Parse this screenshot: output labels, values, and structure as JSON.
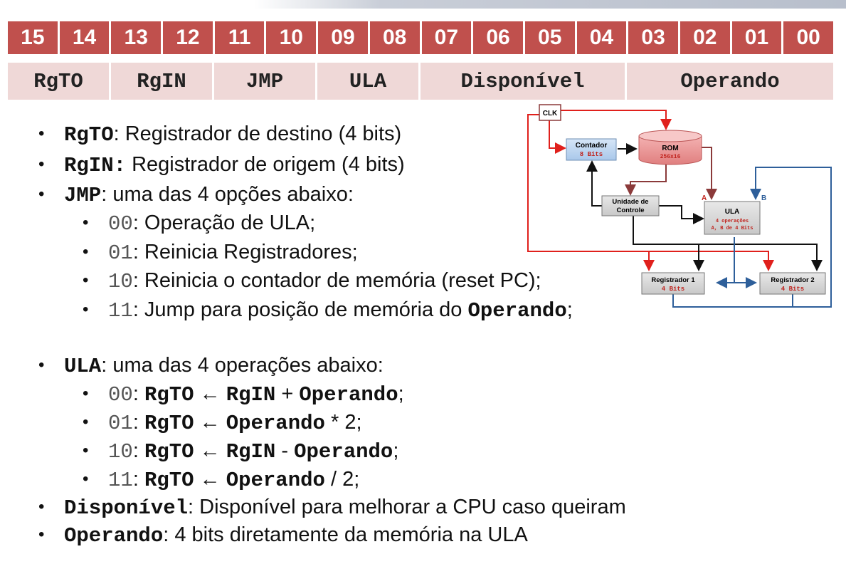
{
  "bits": [
    "15",
    "14",
    "13",
    "12",
    "11",
    "10",
    "09",
    "08",
    "07",
    "06",
    "05",
    "04",
    "03",
    "02",
    "01",
    "00"
  ],
  "fields": [
    {
      "name": "RgTO",
      "span": 2
    },
    {
      "name": "RgIN",
      "span": 2
    },
    {
      "name": "JMP",
      "span": 2
    },
    {
      "name": "ULA",
      "span": 2
    },
    {
      "name": "Disponível",
      "span": 4
    },
    {
      "name": "Operando",
      "span": 4
    }
  ],
  "bullets": {
    "rgto": {
      "term": "RgTO",
      "text": ": Registrador de destino (4 bits)"
    },
    "rgin": {
      "term": "RgIN:",
      "text": " Registrador de origem (4 bits)"
    },
    "jmp": {
      "term": "JMP",
      "text": ": uma das 4 opções abaixo:"
    },
    "jmp_options": [
      {
        "code": "00",
        "text": ": Operação de ULA;"
      },
      {
        "code": "01",
        "text": ": Reinicia Registradores;"
      },
      {
        "code": "10",
        "text": ": Reinicia o contador de memória (reset PC);"
      },
      {
        "code": "11",
        "text": ": Jump para posição de memória do ",
        "term": "Operando",
        "end": ";"
      }
    ],
    "ula": {
      "term": "ULA",
      "text": ": uma das 4 operações abaixo:"
    },
    "ula_options": [
      {
        "code": "00",
        "p1": "RgTO",
        "op": " ← ",
        "p2": "RgIN",
        "p2op": " + ",
        "p3": "Operando",
        "end": ";"
      },
      {
        "code": "01",
        "p1": "RgTO",
        "op": " ← ",
        "p2": "Operando",
        "p2op": " * 2",
        "p3": "",
        "end": ";"
      },
      {
        "code": "10",
        "p1": "RgTO",
        "op": " ← ",
        "p2": "RgIN",
        "p2op": " - ",
        "p3": "Operando",
        "end": ";"
      },
      {
        "code": "11",
        "p1": "RgTO",
        "op": " ← ",
        "p2": "Operando",
        "p2op": " / 2",
        "p3": "",
        "end": ";"
      }
    ],
    "disponivel": {
      "term": "Disponível",
      "text": ": Disponível para melhorar a CPU caso queiram"
    },
    "operando": {
      "term": "Operando",
      "text": ": 4 bits diretamente da memória na ULA"
    }
  },
  "diagram": {
    "clk": "CLK",
    "contador": {
      "title": "Contador",
      "sub": "8 Bits"
    },
    "rom": {
      "title": "ROM",
      "sub": "256x16"
    },
    "uc": {
      "line1": "Unidade de",
      "line2": "Controle"
    },
    "ula": {
      "title": "ULA",
      "sub1": "4 operações",
      "sub2": "A, B de 4 Bits"
    },
    "reg1": {
      "title": "Registrador 1",
      "sub": "4 Bits"
    },
    "reg2": {
      "title": "Registrador 2",
      "sub": "4 Bits"
    },
    "port_a": "A",
    "port_b": "B",
    "colors": {
      "red": "#e0201c",
      "blue": "#2e5f9a",
      "brown": "#8b3a3a",
      "black": "#111111",
      "sub_red": "#c0231d"
    }
  },
  "colors": {
    "bit_fill": "#c0504d",
    "field_fill": "#efd8d7"
  }
}
